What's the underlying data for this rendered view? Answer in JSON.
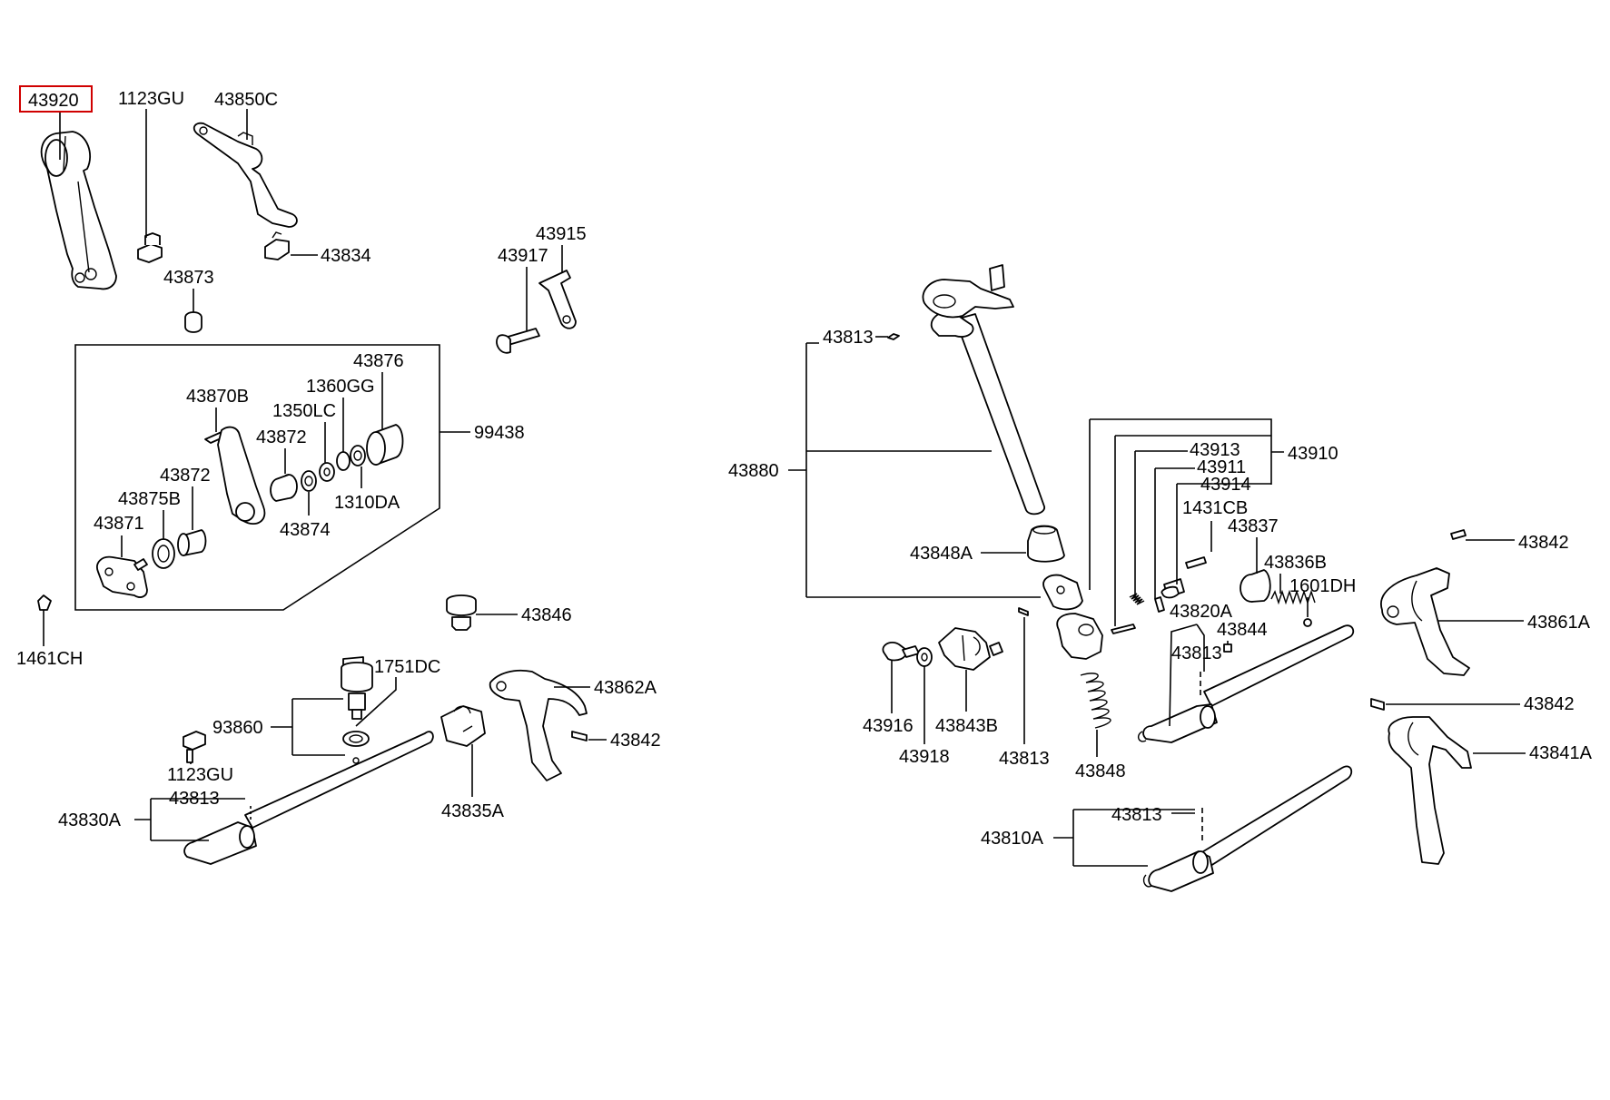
{
  "labels": {
    "p43920": "43920",
    "p1123gu_top": "1123GU",
    "p43850c": "43850C",
    "p43834": "43834",
    "p43873": "43873",
    "p43917": "43917",
    "p43915": "43915",
    "p43876": "43876",
    "p1360gg": "1360GG",
    "p43870b": "43870B",
    "p1350lc": "1350LC",
    "p43872_upper": "43872",
    "p99438": "99438",
    "p43872_lower": "43872",
    "p43875b": "43875B",
    "p1310da": "1310DA",
    "p43871": "43871",
    "p43874": "43874",
    "p1461ch": "1461CH",
    "p43846": "43846",
    "p1751dc": "1751DC",
    "p43862a": "43862A",
    "p93860": "93860",
    "p43842_left": "43842",
    "p1123gu_bottom": "1123GU",
    "p43813_left": "43813",
    "p43830a": "43830A",
    "p43835a": "43835A",
    "p43813_upper": "43813",
    "p43880": "43880",
    "p43913": "43913",
    "p43911": "43911",
    "p43914": "43914",
    "p43910": "43910",
    "p1431cb": "1431CB",
    "p43837": "43837",
    "p43836b": "43836B",
    "p1601dh": "1601DH",
    "p43848a": "43848A",
    "p43842_top_right": "43842",
    "p43861a": "43861A",
    "p43820a": "43820A",
    "p43844": "43844",
    "p43813_mid": "43813",
    "p43916": "43916",
    "p43843b": "43843B",
    "p43918": "43918",
    "p43813_small": "43813",
    "p43848": "43848",
    "p43842_right": "43842",
    "p43841a": "43841A",
    "p43813_bottom": "43813",
    "p43810a": "43810A"
  },
  "highlight": {
    "label": "p43920",
    "color": "#d00000"
  }
}
